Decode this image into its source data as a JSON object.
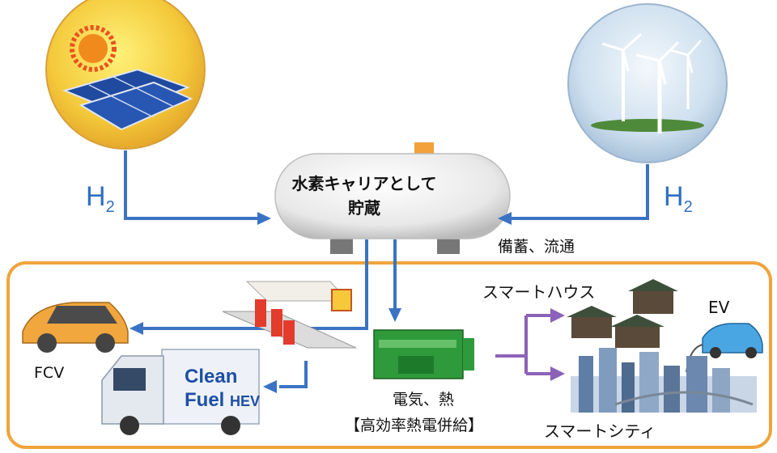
{
  "tank": {
    "line1": "水素キャリアとして",
    "line2": "貯蔵"
  },
  "h2_left": {
    "base": "H",
    "sub": "2"
  },
  "h2_right": {
    "base": "H",
    "sub": "2"
  },
  "storage_label": "備蓄、流通",
  "fcv_label": "FCV",
  "truck": {
    "line1": "Clean",
    "line2a": "Fuel",
    "line2b": "HEV"
  },
  "power_label": "電気、熱",
  "chp_label": "【高効率熱電併給】",
  "smart_house_label": "スマートハウス",
  "ev_label": "EV",
  "smart_city_label": "スマートシティ",
  "colors": {
    "arrow_blue": "#3b73c4",
    "arrow_purple": "#8c62b8",
    "box_border": "#f0a43c",
    "h2_text": "#2f6fc2"
  }
}
